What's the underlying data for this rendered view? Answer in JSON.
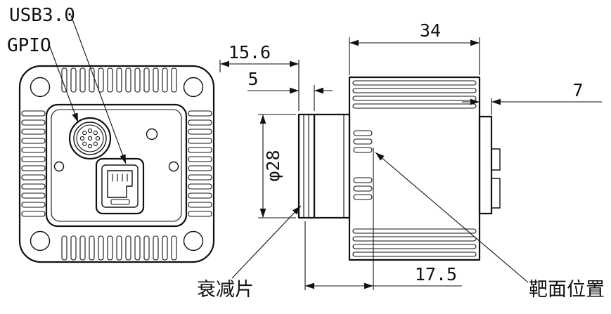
{
  "drawing": {
    "type": "technical-drawing",
    "views": [
      "front",
      "side"
    ],
    "labels": {
      "usb": "USB3.0",
      "gpio": "GPIO",
      "attenuator": "衰减片",
      "target": "靶面位置"
    },
    "dims": {
      "body_width": "34",
      "front_length": "15.6",
      "film_gap": "5",
      "rear_depth": "7",
      "lens_diameter": "φ28",
      "film_to_sensor": "17.5"
    },
    "colors": {
      "line": "#111111",
      "background": "#ffffff"
    }
  }
}
